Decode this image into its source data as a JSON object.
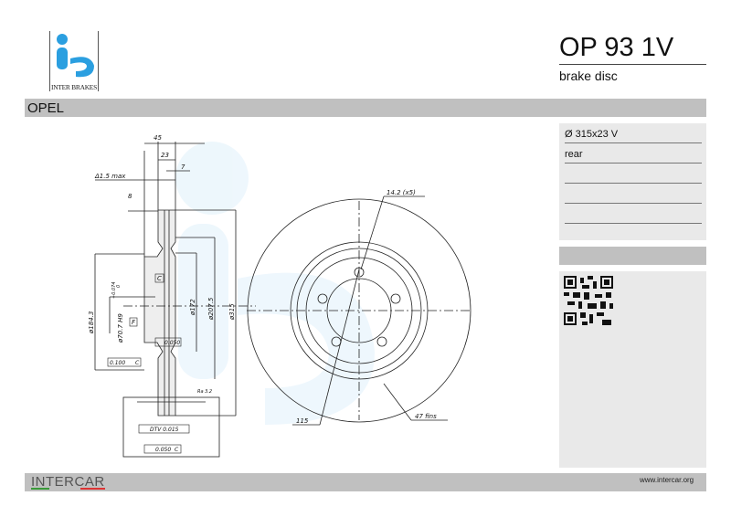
{
  "brand": {
    "logo_text": "INTER BRAKES"
  },
  "header": {
    "part_number": "OP 93 1V",
    "description": "brake disc"
  },
  "make": "OPEL",
  "specs": [
    "Ø 315x23 V",
    "rear",
    "",
    "",
    ""
  ],
  "drawing": {
    "dim_width": "45",
    "dim_thickness": "23",
    "dim_7": "7",
    "runout": "Δ1.5  max",
    "dim_8": "8",
    "dia_184": "ø184.3",
    "dia_center": "ø70.7  H9",
    "tol_upper": "+0.074",
    "tol_lower": "0",
    "datum_f": "F",
    "datum_c": "C",
    "flatness": "0.050",
    "parallel": "0.100",
    "parallel_ref": "C",
    "dia_172": "ø172",
    "dia_207": "ø207.5",
    "dia_315": "ø315",
    "roughness": "Ra 3.2",
    "dtv": "DTV  0.015",
    "runout_tol": "0.050",
    "runout_ref": "C",
    "bolt_holes": "14.2  (x5)",
    "pcd": "115",
    "fins": "47  fins"
  },
  "footer": {
    "brand": "INTERCAR",
    "url": "www.intercar.org"
  },
  "colors": {
    "logo_blue": "#2b9fe0",
    "bar_gray": "#c0c0c0",
    "panel_gray": "#e9e9e9"
  }
}
